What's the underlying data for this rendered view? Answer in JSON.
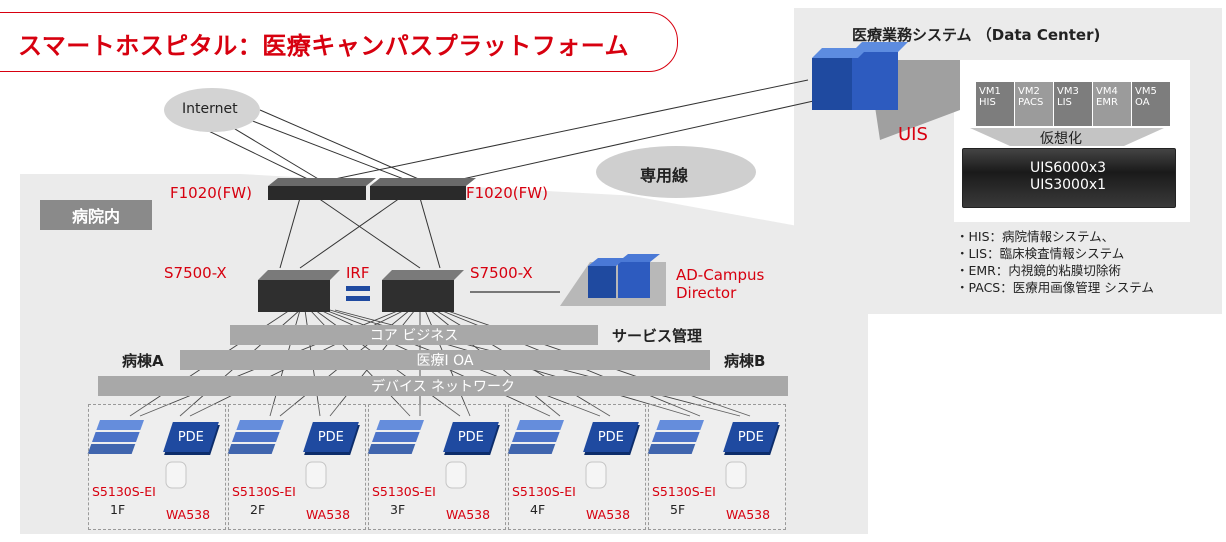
{
  "title": "スマートホスピタル：医療キャンパスプラットフォーム",
  "data_center": {
    "title": "医療業務システム （Data Center)",
    "uis_label": "UIS",
    "virtualization_label": "仮想化",
    "vms": [
      {
        "id": "VM1",
        "name": "HIS"
      },
      {
        "id": "VM2",
        "name": "PACS"
      },
      {
        "id": "VM3",
        "name": "LIS"
      },
      {
        "id": "VM4",
        "name": "EMR"
      },
      {
        "id": "VM5",
        "name": "OA"
      }
    ],
    "servers": [
      "UIS6000x3",
      "UIS3000x1"
    ]
  },
  "notes": [
    "・HIS：病院情報システム、",
    "・LIS：臨床検査情報システム",
    "・EMR：内視鏡的粘膜切除術",
    "・PACS：医療用画像管理 システム"
  ],
  "internet_label": "Internet",
  "leased_line_label": "専用線",
  "firewall_label": "F1020(FW)",
  "hospital_label": "病院内",
  "core": {
    "switch_label": "S7500-X",
    "irf_label": "IRF",
    "controller_label_1": "AD-Campus",
    "controller_label_2": "Director"
  },
  "bars": {
    "core_business": "コア ビジネス",
    "medical_oa": "医療I OA",
    "device_network": "デバイス ネットワーク"
  },
  "service_management_label": "サービス管理",
  "ward_a_label": "病棟A",
  "ward_b_label": "病棟B",
  "access": {
    "switch_label": "S5130S-EI",
    "pde_label": "PDE",
    "ap_label": "WA538",
    "floors": [
      "1F",
      "2F",
      "3F",
      "4F",
      "5F"
    ]
  },
  "colors": {
    "accent": "#d7000f",
    "device_blue": "#1f4aa0",
    "panel_gray": "#ebebeb"
  }
}
